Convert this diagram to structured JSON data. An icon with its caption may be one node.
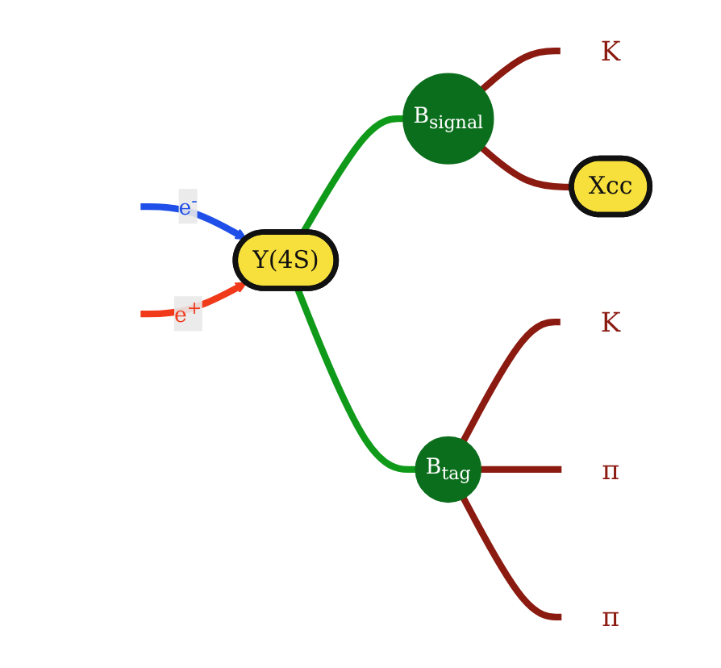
{
  "diagram": {
    "nodes": [
      {
        "text": [
          "Y(4S)"
        ]
      },
      {
        "text": [
          "B$_{signal}$"
        ]
      },
      {
        "text": [
          "K"
        ]
      },
      {
        "text": [
          "Xcc"
        ]
      },
      {
        "text": [
          "B$_{tag}$"
        ]
      },
      {
        "text": [
          "K"
        ]
      },
      {
        "text": [
          "π"
        ]
      },
      {
        "text": [
          "π"
        ]
      }
    ],
    "edges": [
      {
        "from": null,
        "to": 0,
        "arrow": "to",
        "label": "e$^{-}$",
        "color": "#1f4fe8"
      },
      {
        "from": null,
        "to": 0,
        "arrow": "to",
        "label": "e$^{+}$",
        "color": "#f03a1a"
      },
      {
        "from": 0,
        "to": 1,
        "arrow": "none",
        "color": "#0f9a1a"
      },
      {
        "from": 1,
        "to": 2,
        "arrow": "none"
      },
      {
        "from": 1,
        "to": 3,
        "arrow": "none"
      },
      {
        "from": 0,
        "to": 4,
        "arrow": "none",
        "color": "#0f9a1a"
      },
      {
        "from": 4,
        "to": 5,
        "arrow": "none"
      },
      {
        "from": 4,
        "to": 6,
        "arrow": "none"
      },
      {
        "from": 4,
        "to": 7,
        "arrow": "none"
      }
    ]
  }
}
